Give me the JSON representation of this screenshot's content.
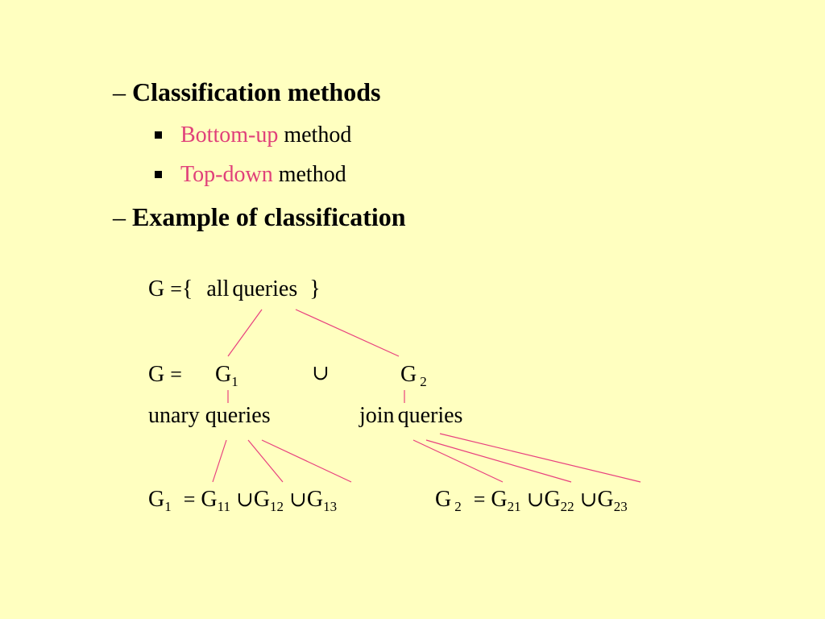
{
  "outline": {
    "item1": {
      "dash": "–",
      "label": "Classification methods"
    },
    "sub1": {
      "accent": "Bottom-up",
      "rest": "method"
    },
    "sub2": {
      "accent": "Top-down",
      "rest": "method"
    },
    "item2": {
      "dash": "–",
      "label": "Example of classification"
    }
  },
  "diagram": {
    "root": {
      "g": "G",
      "eq": "=",
      "lb": "{",
      "text1": "all",
      "text2": "queries",
      "rb": "}"
    },
    "level1": {
      "g": "G",
      "eq": "=",
      "g1": "G",
      "g1sub": "1",
      "union": "∪",
      "g2": "G",
      "g2sub": "2"
    },
    "labels": {
      "unary": "unary",
      "unary_q": "queries",
      "join": "join",
      "join_q": "queries"
    },
    "left_eq": {
      "lhs": "G",
      "lhs_sub": "1",
      "eq": "=",
      "t1": "G",
      "t1_sub": "11",
      "u1": "∪",
      "t2": "G",
      "t2_sub": "12",
      "u2": "∪",
      "t3": "G",
      "t3_sub": "13"
    },
    "right_eq": {
      "lhs": "G",
      "lhs_sub": "2",
      "eq": "=",
      "t1": "G",
      "t1_sub": "21",
      "u1": "∪",
      "t2": "G",
      "t2_sub": "22",
      "u2": "∪",
      "t3": "G",
      "t3_sub": "23"
    }
  },
  "colors": {
    "background": "#ffffc0",
    "accent": "#e0407a",
    "line": "#e8407e"
  }
}
